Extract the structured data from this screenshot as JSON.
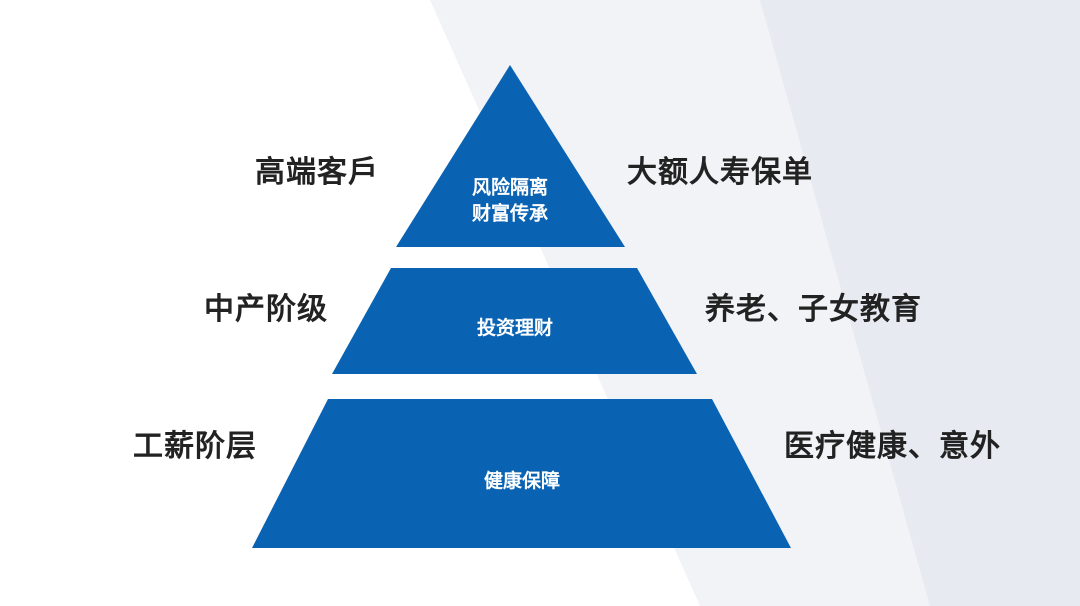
{
  "colors": {
    "tier_fill": "#0a63b2",
    "label_text": "#222222",
    "tier_text": "#ffffff",
    "background": "#ffffff",
    "background_band": "#eef1f6"
  },
  "tiers": [
    {
      "id": "top",
      "lines": [
        "风险隔离",
        "财富传承"
      ],
      "left_label": "高端客戶",
      "right_label": "大额人寿保单"
    },
    {
      "id": "middle",
      "lines": [
        "投资理财"
      ],
      "left_label": "中产阶级",
      "right_label": "养老、子女教育"
    },
    {
      "id": "bottom",
      "lines": [
        "健康保障"
      ],
      "left_label": "工薪阶层",
      "right_label": "医疗健康、意外"
    }
  ]
}
